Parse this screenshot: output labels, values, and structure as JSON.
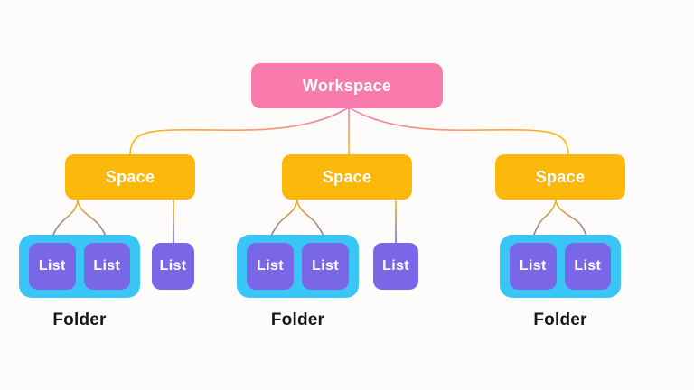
{
  "diagram": {
    "workspace": {
      "label": "Workspace"
    },
    "spaces": [
      {
        "label": "Space"
      },
      {
        "label": "Space"
      },
      {
        "label": "Space"
      }
    ],
    "branches": [
      {
        "folder": {
          "label": "Folder",
          "lists": [
            {
              "label": "List"
            },
            {
              "label": "List"
            }
          ]
        },
        "loose_lists": [
          {
            "label": "List"
          }
        ]
      },
      {
        "folder": {
          "label": "Folder",
          "lists": [
            {
              "label": "List"
            },
            {
              "label": "List"
            }
          ]
        },
        "loose_lists": [
          {
            "label": "List"
          }
        ]
      },
      {
        "folder": {
          "label": "Folder",
          "lists": [
            {
              "label": "List"
            },
            {
              "label": "List"
            }
          ]
        },
        "loose_lists": []
      }
    ]
  },
  "colors": {
    "background": "#FDFCFA",
    "workspace-pink": "#F87BAB",
    "space-yellow": "#FCB70B",
    "folder-cyan": "#39C6F4",
    "list-purple": "#7A67E8",
    "line-purple": "#7563DC",
    "label-dark": "#161616",
    "node-text": "#FFFFFF"
  }
}
